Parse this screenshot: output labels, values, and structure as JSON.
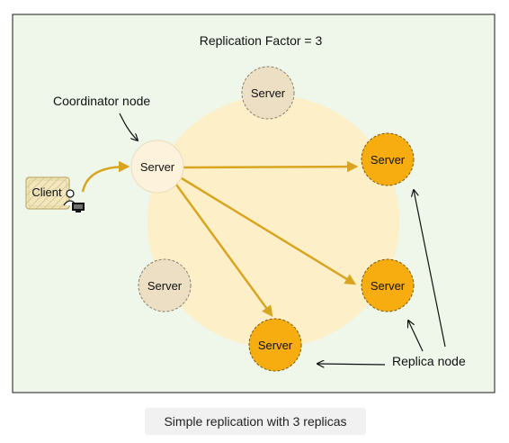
{
  "diagram": {
    "title": "Replication Factor = 3",
    "coordinator_label": "Coordinator node",
    "replica_label": "Replica node",
    "client_label": "Client",
    "server_label": "Server",
    "caption": "Simple replication with 3 replicas",
    "colors": {
      "panel_bg": "#eef7ea",
      "ring_fill": "#fdf0c9",
      "coordinator_fill": "#fdf3dc",
      "idle_server_fill": "#ecdfc4",
      "replica_fill": "#f7ad0f",
      "arrow": "#d9a520",
      "client_fill": "#f2e6bd"
    }
  }
}
